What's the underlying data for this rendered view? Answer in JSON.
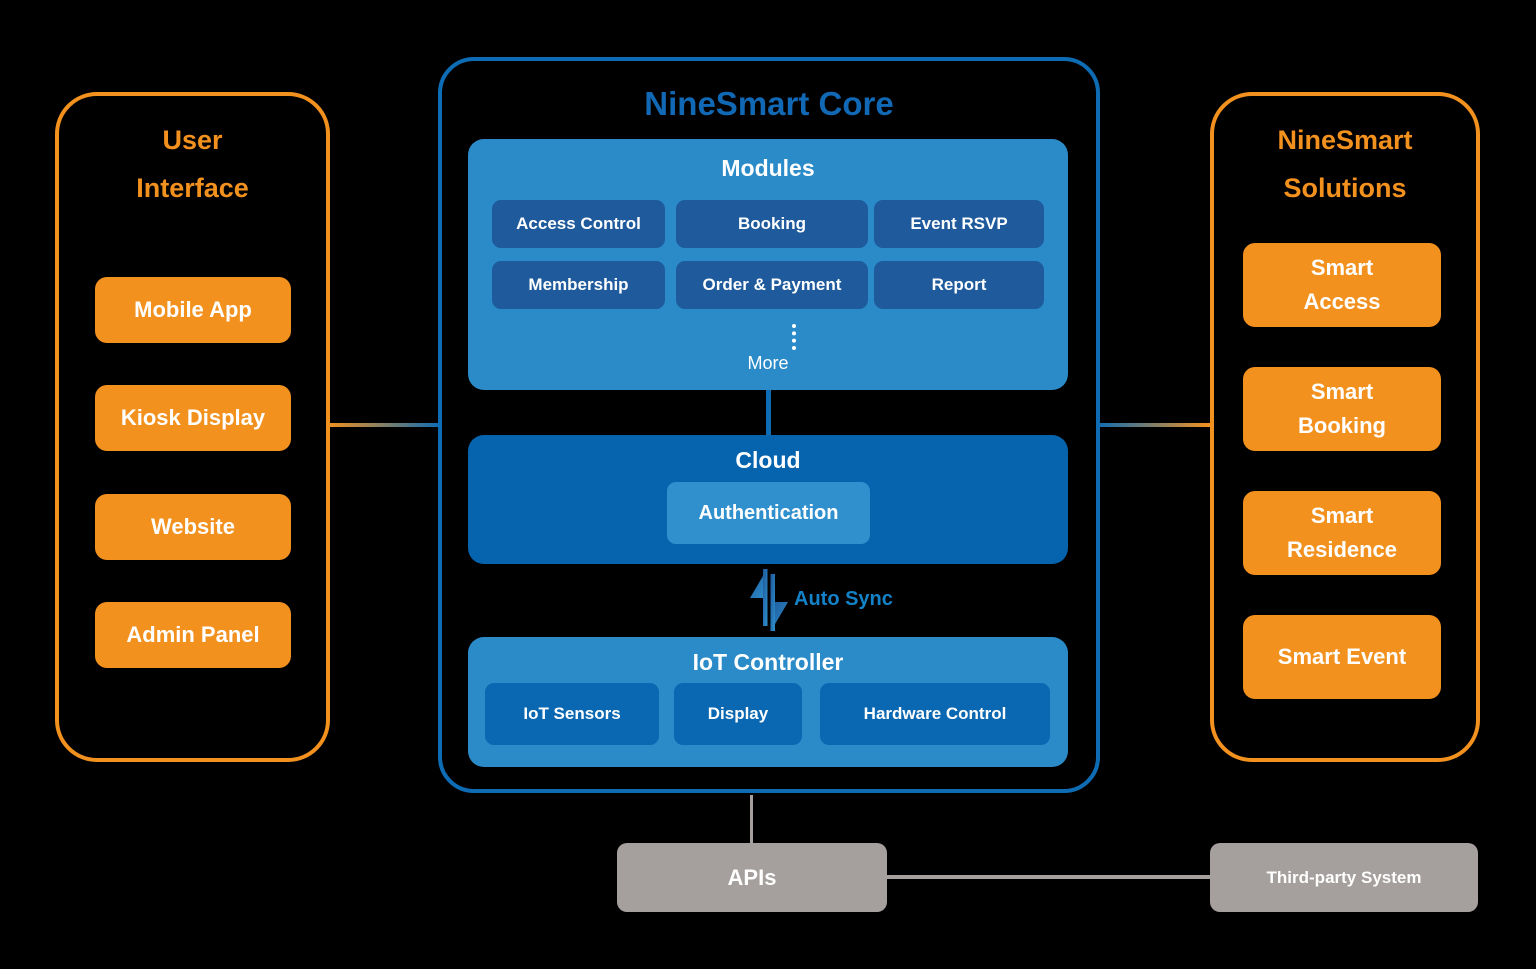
{
  "colors": {
    "background": "#000000",
    "orange": "#F3911E",
    "core_border_blue": "#0E6CB4",
    "core_title_blue": "#1168B4",
    "section_light_blue": "#2B8BC9",
    "module_button_navy": "#1E5A9C",
    "cloud_blue": "#0664AF",
    "auth_button_blue": "#3090CE",
    "iot_button_blue": "#0A67B1",
    "gray": "#A59F9D",
    "auto_sync_text_blue": "#1482C8",
    "white": "#FFFFFF"
  },
  "left_panel": {
    "title_line1": "User",
    "title_line2": "Interface",
    "items": [
      "Mobile App",
      "Kiosk Display",
      "Website",
      "Admin Panel"
    ]
  },
  "core": {
    "title": "NineSmart Core",
    "modules": {
      "title": "Modules",
      "items": [
        "Access Control",
        "Booking",
        "Event RSVP",
        "Membership",
        "Order & Payment",
        "Report"
      ],
      "more_label": "More"
    },
    "cloud": {
      "title": "Cloud",
      "auth_label": "Authentication"
    },
    "auto_sync_label": "Auto Sync",
    "iot": {
      "title": "IoT Controller",
      "items": [
        "IoT Sensors",
        "Display",
        "Hardware Control"
      ]
    }
  },
  "right_panel": {
    "title_line1": "NineSmart",
    "title_line2": "Solutions",
    "items": [
      "Smart Access",
      "Smart Booking",
      "Smart Residence",
      "Smart Event"
    ]
  },
  "bottom": {
    "apis_label": "APIs",
    "third_party_label": "Third-party System"
  }
}
